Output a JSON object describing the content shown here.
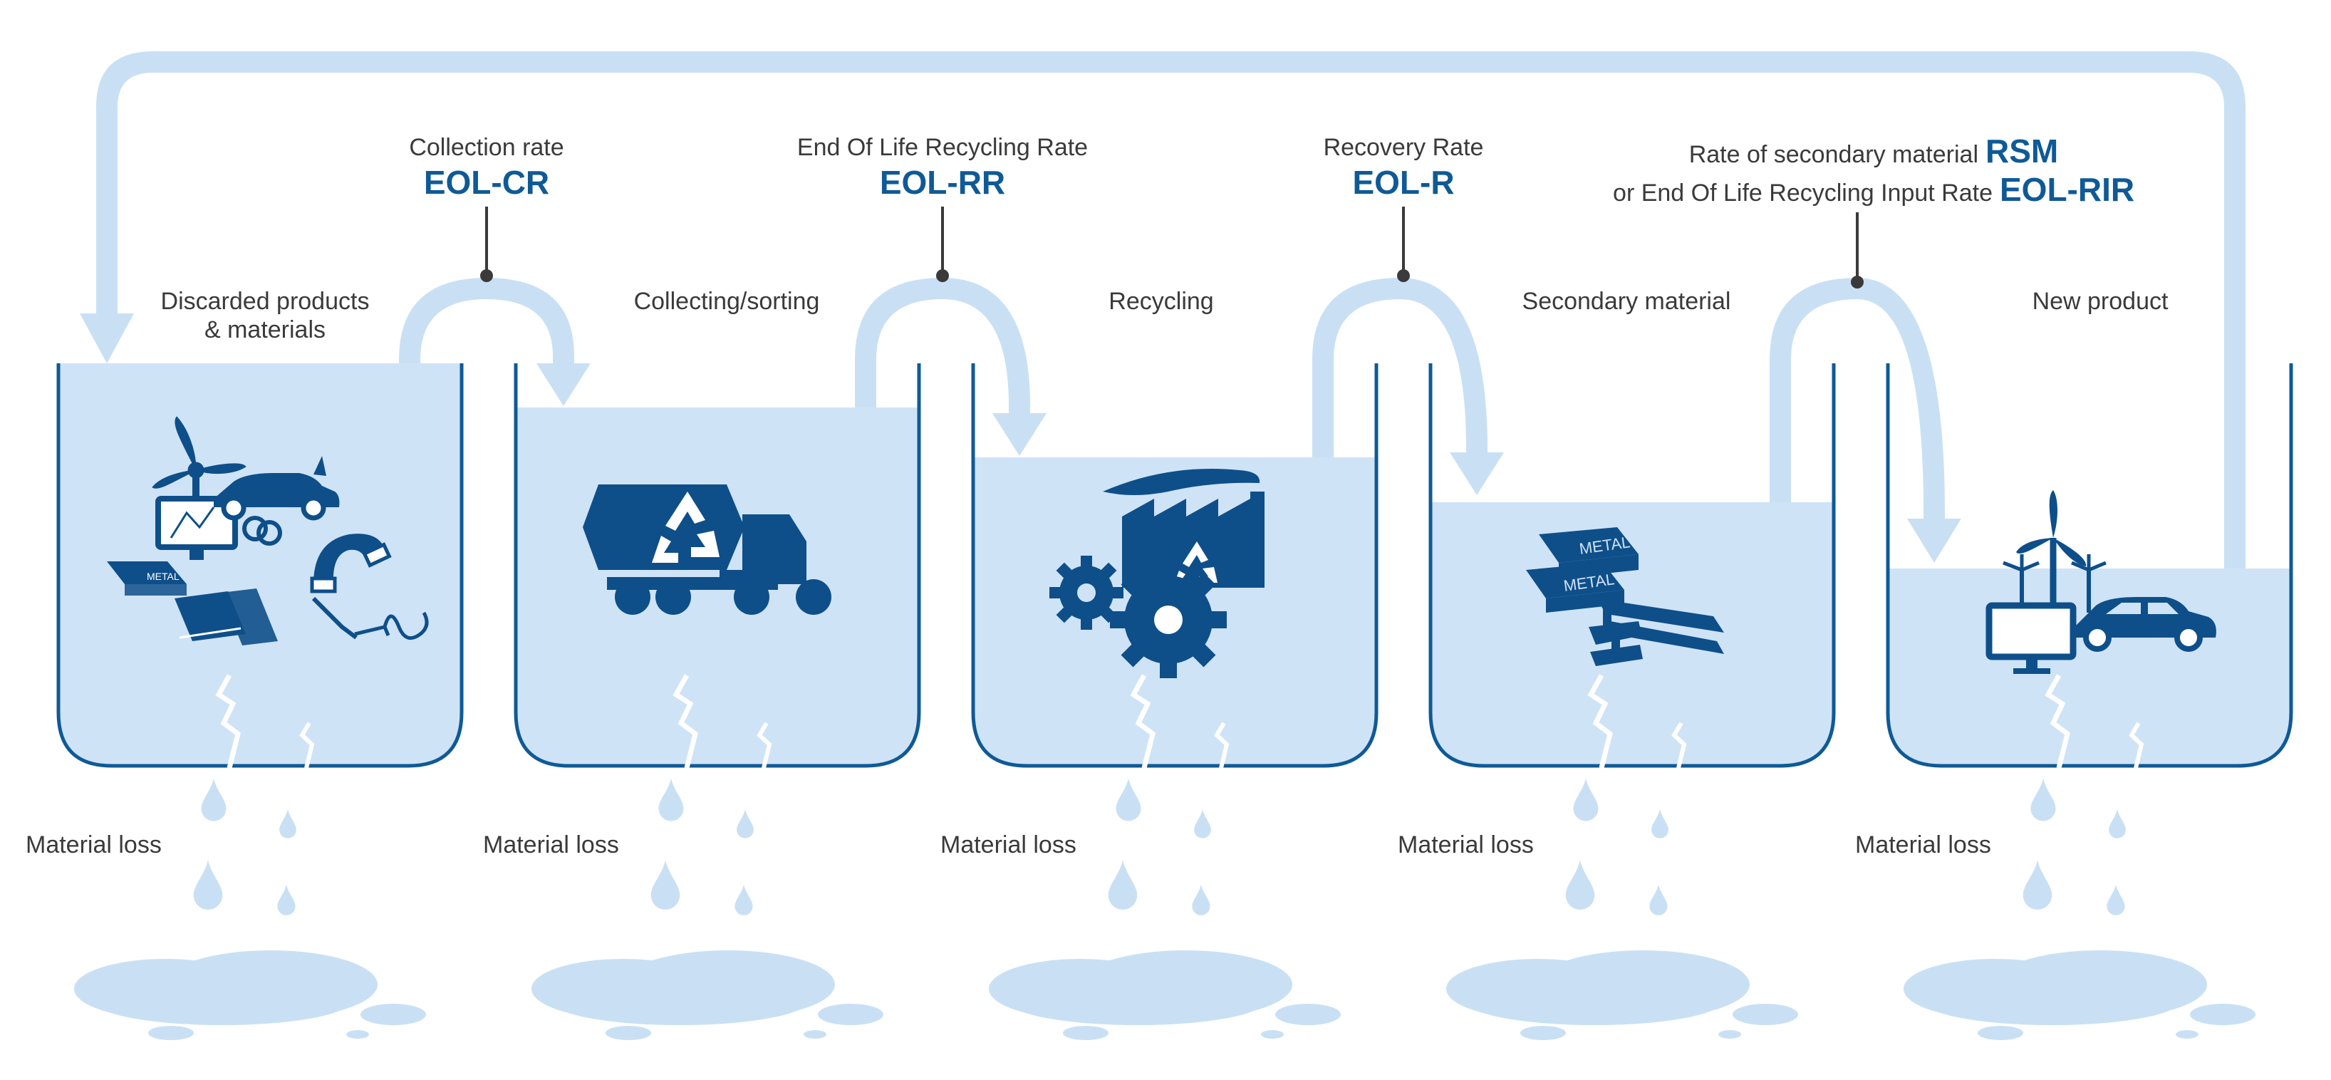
{
  "colors": {
    "light": "#cfe3f6",
    "arrow": "#c9e0f4",
    "dark": "#0f5a96",
    "navy": "#0e4f8a",
    "text": "#3a3a3a"
  },
  "stages": [
    {
      "label_line1": "Discarded products",
      "label_line2": "& materials",
      "loss_label": "Material loss",
      "icon": "discarded-products-icon"
    },
    {
      "label_line1": "Collecting/sorting",
      "label_line2": "",
      "loss_label": "Material loss",
      "icon": "recycling-truck-icon"
    },
    {
      "label_line1": "Recycling",
      "label_line2": "",
      "loss_label": "Material loss",
      "icon": "recycling-factory-icon"
    },
    {
      "label_line1": "Secondary material",
      "label_line2": "",
      "loss_label": "Material loss",
      "icon": "metal-ingots-icon"
    },
    {
      "label_line1": "New product",
      "label_line2": "",
      "loss_label": "Material loss",
      "icon": "new-products-icon"
    }
  ],
  "rates": [
    {
      "line1": "Collection rate",
      "abbr": "EOL-CR"
    },
    {
      "line1": "End Of Life Recycling Rate",
      "abbr": "EOL-RR"
    },
    {
      "line1": "Recovery Rate",
      "abbr": "EOL-R"
    },
    {
      "line1": "Rate of secondary material",
      "abbr": "RSM",
      "line2": "or End Of Life Recycling Input Rate",
      "abbr2": "EOL-RIR"
    }
  ],
  "ingot_text": "METAL"
}
